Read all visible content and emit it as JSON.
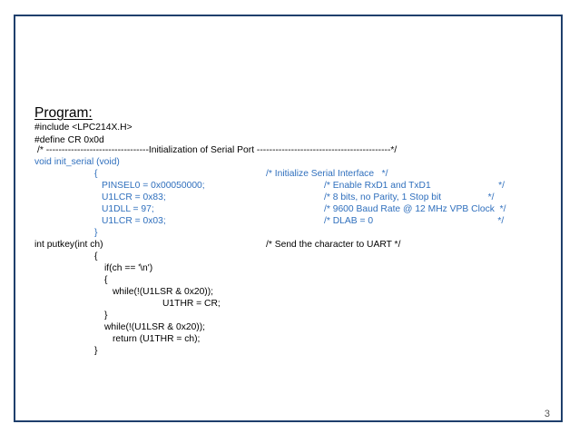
{
  "slide": {
    "heading": "Program:",
    "page_number": "3",
    "colors": {
      "border": "#1f3f6c",
      "code_blue": "#2f6fbd",
      "text": "#000000"
    },
    "code": {
      "include": "#include <LPC214X.H>",
      "define": "#define CR 0x0d",
      "init_comment": "/* ---------------------------------Initialization of Serial Port -------------------------------------------*/",
      "init_signature": "void init_serial (void)",
      "init_open_brace": "{",
      "init_comment_main": "/* Initialize Serial Interface   */",
      "pinsel": "PINSEL0 = 0x00050000;",
      "pinsel_comment": "/* Enable RxD1 and TxD1                          */",
      "u1lcr": "U1LCR = 0x83;",
      "u1lcr_comment": "/* 8 bits, no Parity, 1 Stop bit                  */",
      "u1dll": "U1DLL = 97;",
      "u1dll_comment": "/* 9600 Baud Rate @ 12 MHz VPB Clock  */",
      "u1lcr2": "U1LCR = 0x03;",
      "u1lcr2_comment": "/* DLAB = 0                                                */",
      "init_close_brace": "}",
      "putkey_signature": "int putkey(int ch)",
      "putkey_comment": "/* Send the character to UART */",
      "putkey_open_brace": "{",
      "if_line": "if(ch == '\\n')",
      "if_open_brace": "{",
      "while1": "while(!(U1LSR & 0x20));",
      "thr_cr": "U1THR = CR;",
      "if_close_brace": "}",
      "while2": "while(!(U1LSR & 0x20));",
      "return_line": "return (U1THR = ch);",
      "putkey_close_brace": "}"
    }
  }
}
